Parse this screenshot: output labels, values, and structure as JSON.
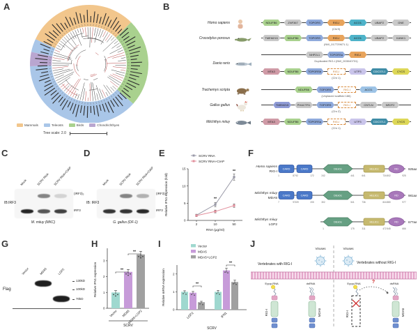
{
  "panels": {
    "a": "A",
    "b": "B",
    "c": "C",
    "d": "D",
    "e": "E",
    "f": "F",
    "g": "G",
    "h": "H",
    "i": "I",
    "j": "J"
  },
  "panelA": {
    "legend": [
      {
        "label": "Mammals",
        "color": "#f2c68c"
      },
      {
        "label": "Teleosts",
        "color": "#a9c6e8"
      },
      {
        "label": "Birds",
        "color": "#a9d18e"
      },
      {
        "label": "Chondrichthyes",
        "color": "#b9a6d0"
      }
    ],
    "tree_scale": "Tree scale: 2.0"
  },
  "panelB": {
    "rows": [
      {
        "species": "Homo sapiens",
        "icon": "human-icon",
        "lines": [
          {
            "note": "(Chr9)",
            "genes": [
              {
                "label": "NDUFB6",
                "color": "#a9d18e"
              },
              {
                "label": "ZNF367",
                "color": "#c9c9c9"
              },
              {
                "label": "TOPORS",
                "color": "#8faadc"
              },
              {
                "label": "RIG-I",
                "color": "#e8a45c"
              },
              {
                "label": "ACO1",
                "color": "#4eb3c9"
              },
              {
                "label": "UBAP2",
                "color": "#c9c9c9"
              },
              {
                "label": "GNE",
                "color": "#c9c9c9"
              }
            ]
          }
        ]
      },
      {
        "species": "Crocodylus porosus",
        "icon": "crocodile-icon",
        "lines": [
          {
            "note": "(NW_017729671.1)",
            "genes": [
              {
                "label": "TMEM215",
                "color": "#c9c9c9"
              },
              {
                "label": "NDUFB6",
                "color": "#a9d18e"
              },
              {
                "label": "TOPORS",
                "color": "#8faadc"
              },
              {
                "label": "RIG-I",
                "color": "#e8a45c"
              },
              {
                "label": "ACO1",
                "color": "#4eb3c9"
              },
              {
                "label": "UBAP2",
                "color": "#c9c9c9"
              },
              {
                "label": "KANK1",
                "color": "#c9c9c9"
              }
            ]
          }
        ]
      },
      {
        "species": "Danio rerio",
        "icon": "zebrafish-icon",
        "lines": [
          {
            "note": "Duplicated RIG-I (NW_003040731)",
            "genes": [
              {
                "label": "NHP2L1",
                "color": "#c9c9c9"
              },
              {
                "label": "TOPORSa",
                "color": "#8faadc"
              },
              {
                "label": "RIG-I",
                "color": "#e8a45c"
              }
            ]
          },
          {
            "note": "(Chr 1)",
            "genes": [
              {
                "label": "MTA3",
                "color": "#cf9aa6"
              },
              {
                "label": "NDUFB6",
                "color": "#a9d18e"
              },
              {
                "label": "TOPORSb",
                "color": "#8faadc"
              },
              {
                "label": "RIG-I",
                "color": "#e8a45c",
                "dashed": true
              },
              {
                "label": "UTP3",
                "color": "#c9c4ea"
              },
              {
                "label": "CDC37L1",
                "color": "#3f8ca6"
              },
              {
                "label": "CYCS",
                "color": "#ddd757"
              }
            ]
          }
        ]
      },
      {
        "species": "Trachemys scripta",
        "icon": "turtle-icon",
        "lines": [
          {
            "note": "(Unplaced scaffold 186)",
            "genes": [
              {
                "label": "NDUFB6",
                "color": "#a9d18e"
              },
              {
                "label": "TOPORS",
                "color": "#8faadc"
              },
              {
                "label": "RIG-I",
                "color": "#e8a45c",
                "dashed": true
              },
              {
                "label": "ACO1",
                "color": "#9dc3e6"
              }
            ]
          }
        ]
      },
      {
        "species": "Gallus gallus",
        "icon": "chicken-icon",
        "lines": [
          {
            "note": "(Chr Z)",
            "genes": [
              {
                "label": "TMEM215",
                "color": "#8f9bd6"
              },
              {
                "label": "PHACTR1",
                "color": "#c9c9c9"
              },
              {
                "label": "TOPORS",
                "color": "#8faadc"
              },
              {
                "label": "RIG-I",
                "color": "#e8a45c",
                "dashed": true
              },
              {
                "label": "CNTLN",
                "color": "#c9c9c9"
              },
              {
                "label": "NR2F2",
                "color": "#c9c9c9"
              }
            ]
          }
        ]
      },
      {
        "species": "Miichthys miiuy",
        "icon": "fish-icon",
        "lines": [
          {
            "note": "(Chr 1)",
            "genes": [
              {
                "label": "MTA3",
                "color": "#cf9aa6"
              },
              {
                "label": "NDUFB6",
                "color": "#a9d18e"
              },
              {
                "label": "TOPORSa",
                "color": "#8faadc"
              },
              {
                "label": "RIG-I",
                "color": "#e8a45c",
                "dashed": true
              },
              {
                "label": "UTP3",
                "color": "#c9c4ea"
              },
              {
                "label": "CDC37L1",
                "color": "#3f8ca6"
              },
              {
                "label": "CYCS",
                "color": "#ddd757"
              }
            ]
          }
        ]
      }
    ]
  },
  "panelC": {
    "ib_label": "IB:IRF3",
    "lanes": [
      "Mock",
      "SCRV RNA",
      "SCRV RNA+CIAP"
    ],
    "band_top": "(IRF3)₂",
    "band_bottom": "IRF3",
    "caption": "M. miiuy (MKC)"
  },
  "panelD": {
    "ib_label": "IB: IRF3",
    "lanes": [
      "Mock",
      "SCRV RNA",
      "SCRV RNA+CIAP"
    ],
    "band_top": "(IRF3)₂",
    "band_bottom": "IRF3",
    "caption": "G. gallus (DF-1)"
  },
  "panelE": {
    "type": "line",
    "ylabel": "Relative IFN1 expression (fold)",
    "xlabel": "RNA (μg/ml)",
    "x_ticks": [
      "2",
      "10",
      "50"
    ],
    "y_ticks": [
      0,
      5,
      10,
      15
    ],
    "ylim": [
      0,
      15
    ],
    "series": [
      {
        "name": "SCRV RNA",
        "color": "#9a9aa8",
        "values": [
          1.5,
          4.6,
          12.6
        ],
        "errors": [
          0.3,
          0.6,
          0.9
        ]
      },
      {
        "name": "SCRV RNA+CIAP",
        "color": "#e2909d",
        "values": [
          1.4,
          2.6,
          4.3
        ],
        "errors": [
          0.3,
          0.4,
          0.5
        ]
      }
    ],
    "sig": [
      "",
      "**",
      "**"
    ]
  },
  "panelF": {
    "rows": [
      {
        "species": "Homo sapiens",
        "protein": "RIG-I",
        "length": "925aa",
        "domains": [
          {
            "shape": "card",
            "label": "CARD",
            "start": "1",
            "end": "87"
          },
          {
            "shape": "card",
            "label": "CARD",
            "start": "92",
            "end": "172"
          },
          {
            "shape": "hex",
            "label": "DExDc",
            "start": "242",
            "end": "441"
          },
          {
            "shape": "rect",
            "label": "HELICc",
            "start": "641",
            "end": "734"
          },
          {
            "shape": "ell",
            "label": "RD",
            "start": "802",
            "end": "925"
          }
        ]
      },
      {
        "species": "Miichthys miiuy",
        "protein": "MDA5",
        "length": "981aa",
        "domains": [
          {
            "shape": "card",
            "label": "CARD",
            "start": "7",
            "end": "97"
          },
          {
            "shape": "card",
            "label": "CARD",
            "start": "109",
            "end": "205"
          },
          {
            "shape": "hex",
            "label": "DExDc",
            "start": "302",
            "end": "541"
          },
          {
            "shape": "rect",
            "label": "HELICc",
            "start": "736",
            "end": "844"
          },
          {
            "shape": "ell",
            "label": "RD",
            "start": "880",
            "end": "977"
          }
        ]
      },
      {
        "species": "Miichthys miiuy",
        "protein": "LGP2",
        "length": "677aa",
        "domains": [
          {
            "shape": "hex",
            "label": "DExDc",
            "start": "1",
            "end": "175"
          },
          {
            "shape": "rect",
            "label": "HELICc",
            "start": "311",
            "end": "472"
          },
          {
            "shape": "ell",
            "label": "RD",
            "start": "545",
            "end": "666"
          }
        ]
      }
    ]
  },
  "panelG": {
    "left_label": "Flag",
    "lanes": [
      "Vector",
      "MDA5",
      "LGP2"
    ],
    "markers": [
      "130kD",
      "100kD",
      "70kD"
    ]
  },
  "panelH": {
    "type": "bar",
    "ylabel": "Relative IFN1 expression",
    "categories": [
      "Vector",
      "MDA5",
      "MDA5+LGP2"
    ],
    "values": [
      1.0,
      2.3,
      3.4
    ],
    "errors": [
      0.12,
      0.15,
      0.2
    ],
    "colors": [
      "#9fd8cf",
      "#c79bd9",
      "#a0a0a0"
    ],
    "y_ticks": [
      0,
      1,
      2,
      3
    ],
    "group_label": "SCRV",
    "sig": [
      {
        "a": 0,
        "b": 1,
        "label": "**"
      },
      {
        "a": 1,
        "b": 2,
        "label": "**"
      }
    ]
  },
  "panelI": {
    "type": "grouped-bar",
    "ylabel": "Relative mRNA expression",
    "groups": [
      "LGP2",
      "IFN1"
    ],
    "legend": [
      "Vector",
      "MDA5",
      "MDA5+LGP2"
    ],
    "colors": [
      "#9fd8cf",
      "#c79bd9",
      "#a0a0a0"
    ],
    "series": [
      {
        "name": "Vector",
        "values": [
          1.0,
          1.0
        ]
      },
      {
        "name": "MDA5",
        "values": [
          0.95,
          2.2
        ]
      },
      {
        "name": "MDA5+LGP2",
        "values": [
          0.42,
          1.55
        ]
      }
    ],
    "errors": [
      [
        0.06,
        0.08
      ],
      [
        0.07,
        0.12
      ],
      [
        0.05,
        0.1
      ]
    ],
    "y_ticks": [
      0,
      1,
      2
    ],
    "xlabel": "SCRV",
    "sig": [
      {
        "group": 0,
        "label": "**"
      },
      {
        "group": 1,
        "label": "**"
      }
    ]
  },
  "panelJ": {
    "left_title": "Vertebrates with RIG-I",
    "right_title": "Vertebrates without RIG-I",
    "viruses_label": "Viruses",
    "labels": {
      "ppp_rna": "5'ppp-RNA",
      "ds_rna": "dsRNA",
      "rig": "RIG-I",
      "mda5": "MDA5",
      "question": "?"
    }
  }
}
